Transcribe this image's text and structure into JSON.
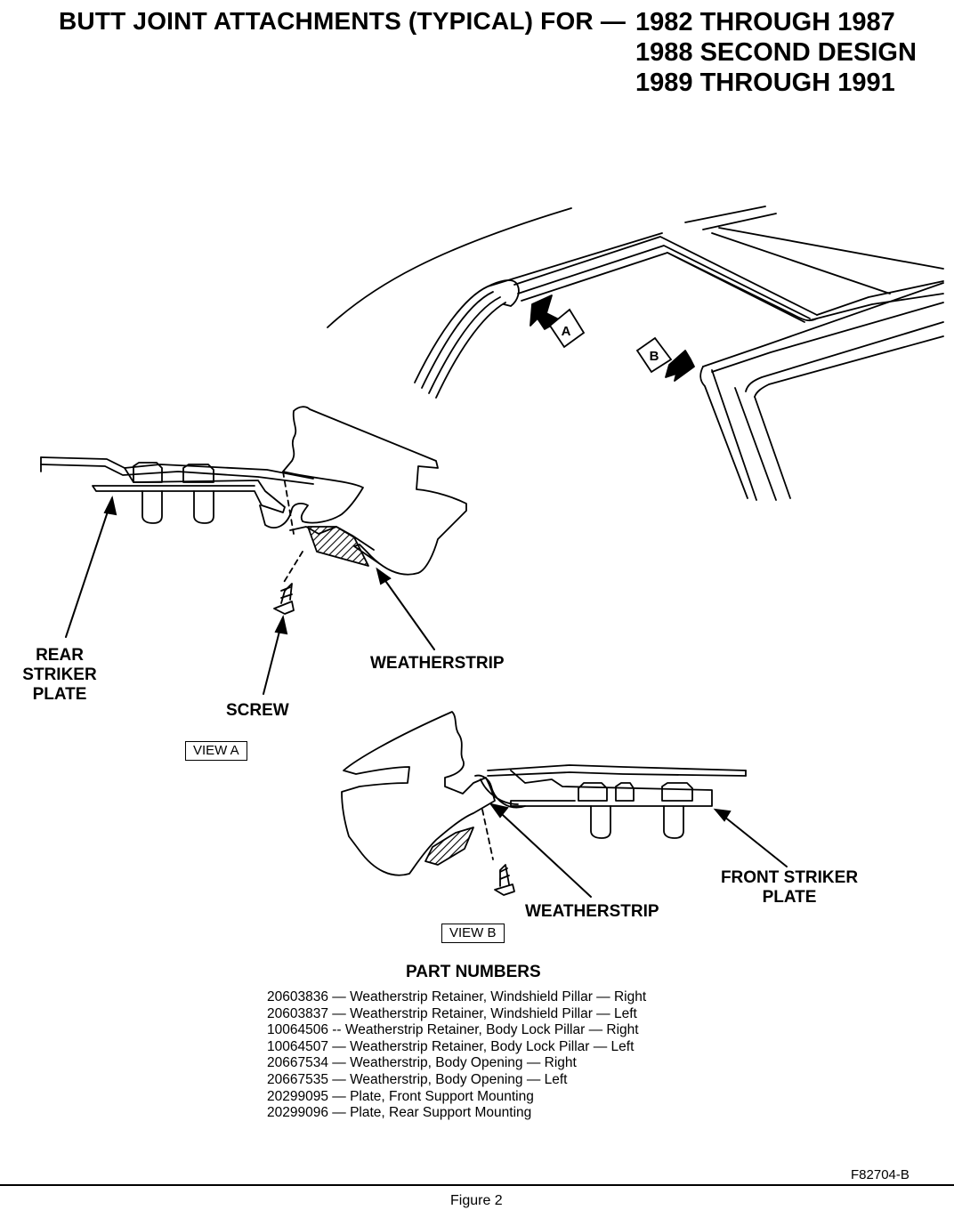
{
  "title": {
    "heading": "BUTT JOINT ATTACHMENTS (TYPICAL) FOR —",
    "years": [
      "1982 THROUGH 1987",
      "1988 SECOND DESIGN",
      "1989 THROUGH 1991"
    ]
  },
  "callouts": {
    "a": "A",
    "b": "B"
  },
  "view_a": {
    "tag": "VIEW A",
    "labels": {
      "rear_striker_plate": [
        "REAR",
        "STRIKER",
        "PLATE"
      ],
      "screw": "SCREW",
      "weatherstrip": "WEATHERSTRIP"
    }
  },
  "view_b": {
    "tag": "VIEW B",
    "labels": {
      "front_striker_plate": [
        "FRONT STRIKER",
        "PLATE"
      ],
      "weatherstrip": "WEATHERSTRIP"
    }
  },
  "part_numbers": {
    "title": "PART NUMBERS",
    "items": [
      "20603836 — Weatherstrip Retainer, Windshield Pillar — Right",
      "20603837 — Weatherstrip Retainer, Windshield Pillar — Left",
      "10064506 -- Weatherstrip Retainer, Body Lock Pillar — Right",
      "10064507 — Weatherstrip Retainer, Body Lock Pillar — Left",
      "20667534 — Weatherstrip, Body Opening — Right",
      "20667535 — Weatherstrip, Body Opening — Left",
      "20299095 — Plate, Front Support Mounting",
      "20299096 — Plate, Rear Support Mounting"
    ]
  },
  "figure_code": "F82704-B",
  "caption": "Figure 2"
}
